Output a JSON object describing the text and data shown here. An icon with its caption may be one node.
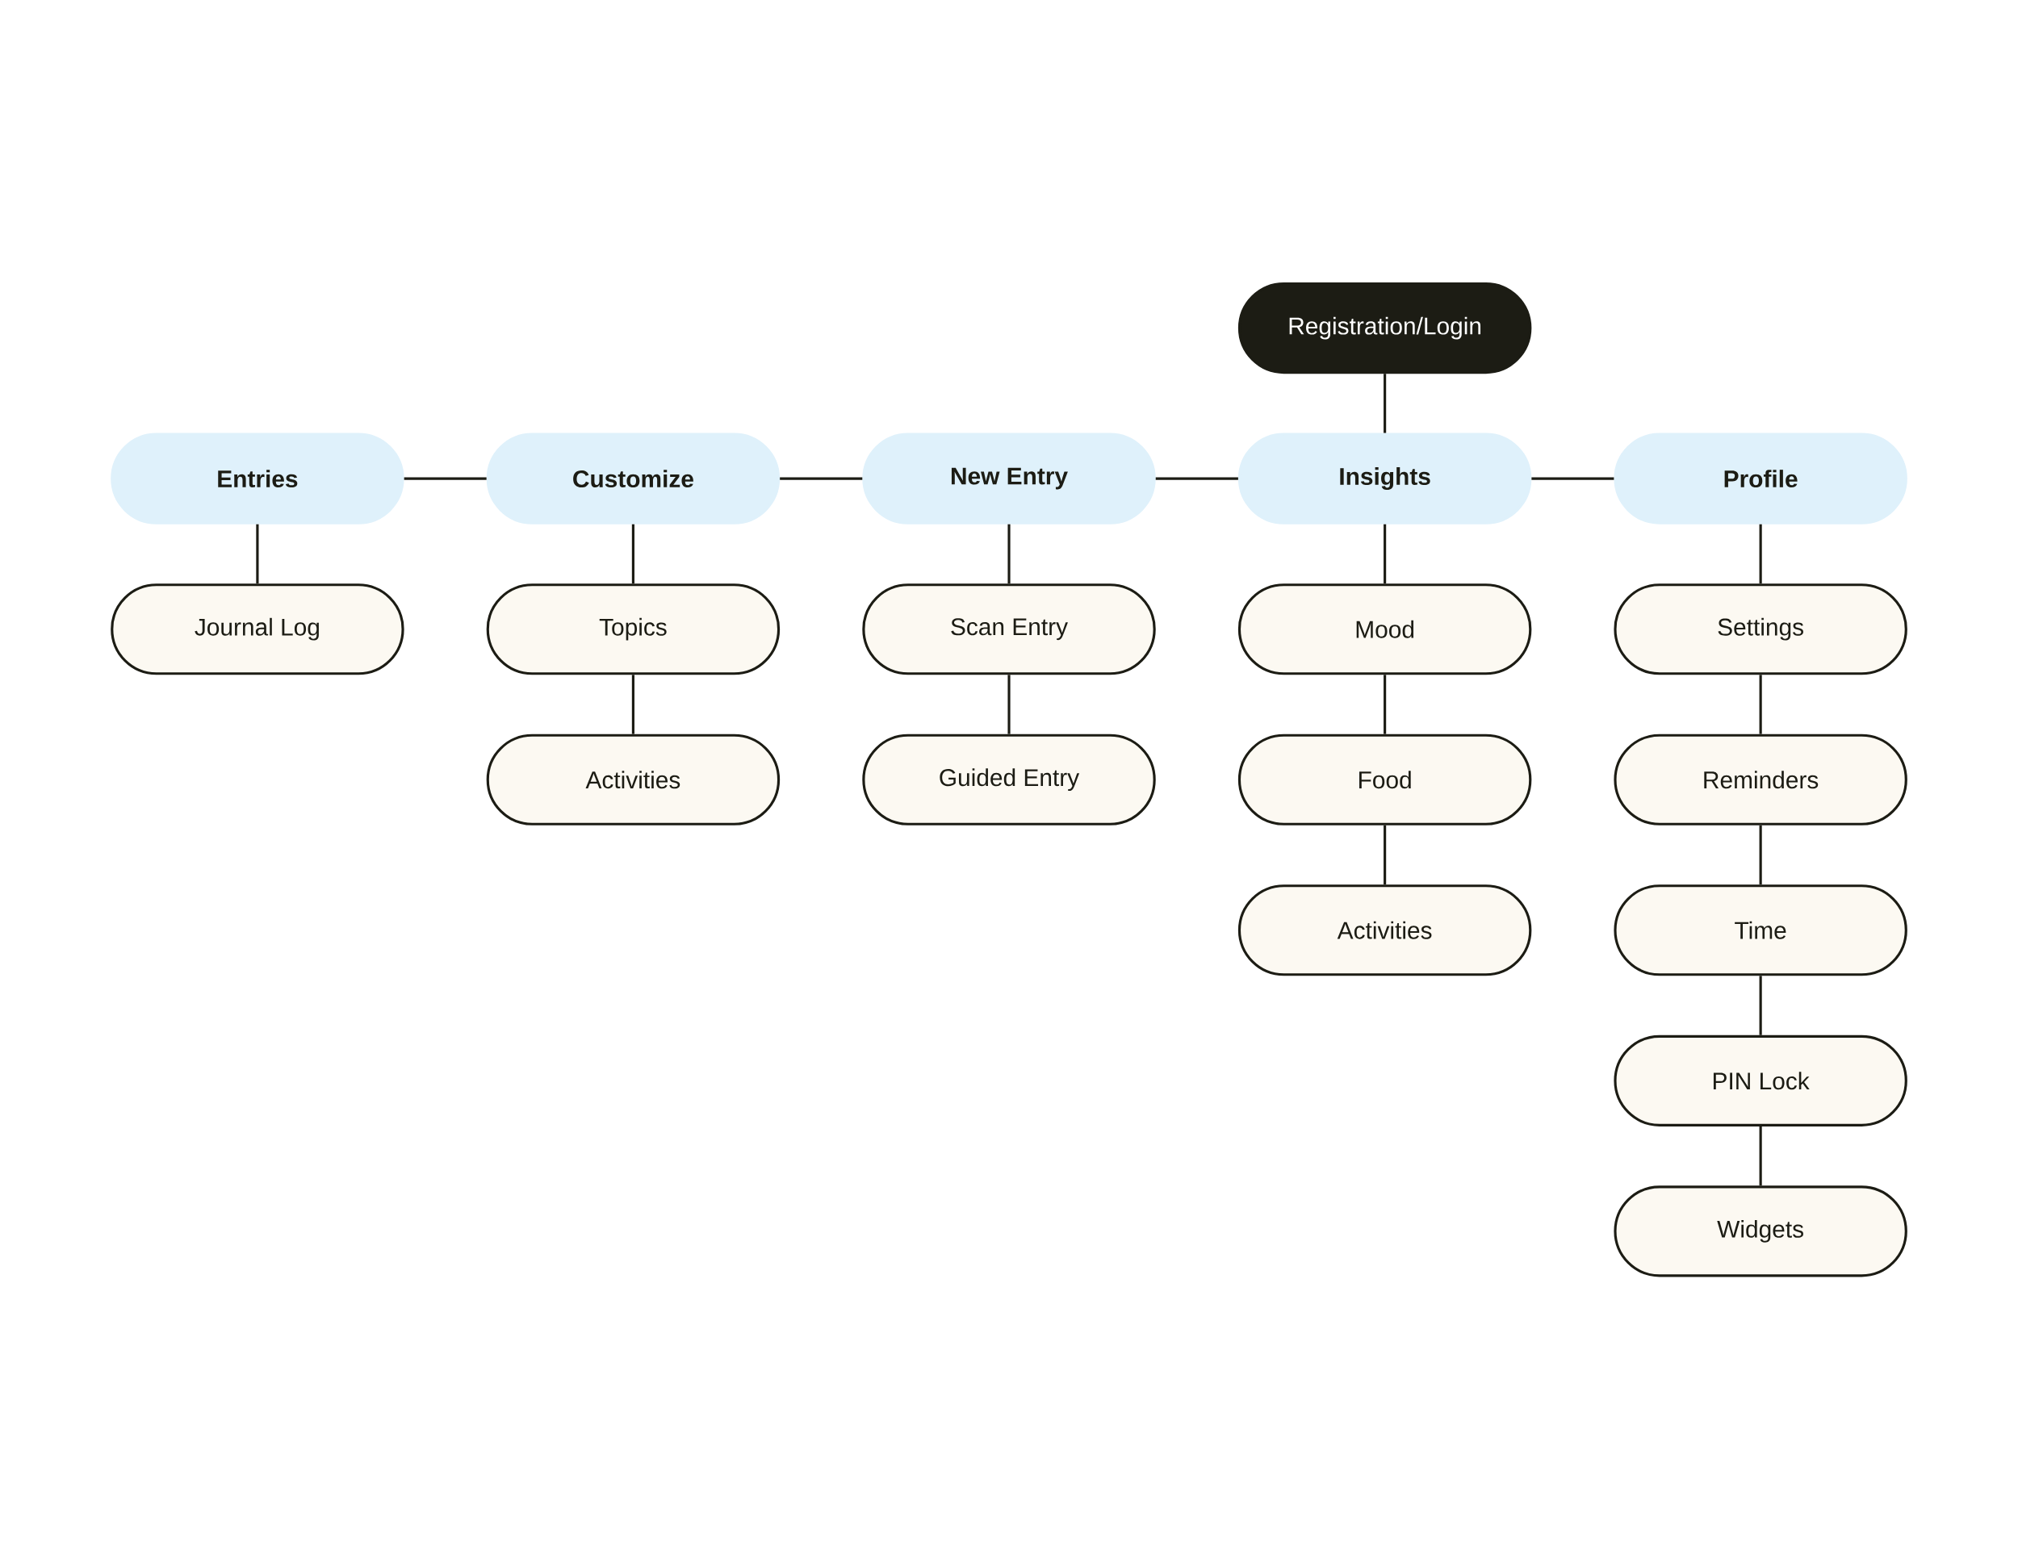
{
  "diagram": {
    "nodes": [
      {
        "text": [
          "Registration/Login"
        ]
      },
      {
        "text": [
          "Entries"
        ]
      },
      {
        "text": [
          "Customize"
        ]
      },
      {
        "text": [
          "New Entry"
        ]
      },
      {
        "text": [
          "Insights"
        ]
      },
      {
        "text": [
          "Profile"
        ]
      },
      {
        "text": [
          "Journal Log"
        ]
      },
      {
        "text": [
          "Topics"
        ]
      },
      {
        "text": [
          "Activities"
        ]
      },
      {
        "text": [
          "Scan Entry"
        ]
      },
      {
        "text": [
          "Guided Entry"
        ]
      },
      {
        "text": [
          "Mood"
        ]
      },
      {
        "text": [
          "Food"
        ]
      },
      {
        "text": [
          "Activities"
        ]
      },
      {
        "text": [
          "Settings"
        ]
      },
      {
        "text": [
          "Reminders"
        ]
      },
      {
        "text": [
          "Time"
        ]
      },
      {
        "text": [
          "PIN Lock"
        ]
      },
      {
        "text": [
          "Widgets"
        ]
      }
    ],
    "edges": [
      {
        "from": 0,
        "to": 4,
        "arrow": "none"
      },
      {
        "from": 1,
        "to": 2,
        "arrow": "none"
      },
      {
        "from": 2,
        "to": 3,
        "arrow": "none"
      },
      {
        "from": 3,
        "to": 4,
        "arrow": "none"
      },
      {
        "from": 4,
        "to": 5,
        "arrow": "none"
      },
      {
        "from": 1,
        "to": 6,
        "arrow": "none"
      },
      {
        "from": 2,
        "to": 7,
        "arrow": "none"
      },
      {
        "from": 7,
        "to": 8,
        "arrow": "none"
      },
      {
        "from": 3,
        "to": 9,
        "arrow": "none"
      },
      {
        "from": 9,
        "to": 10,
        "arrow": "none"
      },
      {
        "from": 4,
        "to": 11,
        "arrow": "none"
      },
      {
        "from": 11,
        "to": 12,
        "arrow": "none"
      },
      {
        "from": 12,
        "to": 13,
        "arrow": "none"
      },
      {
        "from": 5,
        "to": 14,
        "arrow": "none"
      },
      {
        "from": 14,
        "to": 15,
        "arrow": "none"
      },
      {
        "from": 15,
        "to": 16,
        "arrow": "none"
      },
      {
        "from": 16,
        "to": 17,
        "arrow": "none"
      },
      {
        "from": 17,
        "to": 18,
        "arrow": "none"
      }
    ]
  }
}
